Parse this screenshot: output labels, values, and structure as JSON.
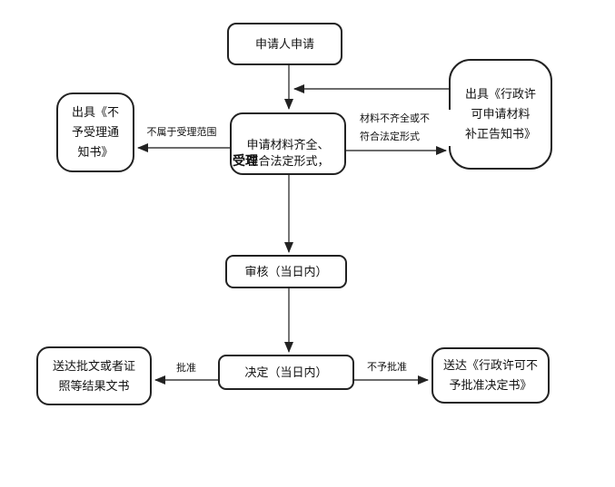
{
  "diagram": {
    "type": "flowchart",
    "background_color": "#ffffff",
    "line_color": "#3c3c3c",
    "box_border_color": "#222222",
    "nodes": [
      {
        "id": "applicant",
        "label": "申请人申请"
      },
      {
        "id": "acceptance",
        "label": "申请材料齐全、\n符合法定形式，",
        "label2": "受理"
      },
      {
        "id": "rejection-notice",
        "label": "出具《不\n予受理通\n知书》"
      },
      {
        "id": "correction-notice",
        "label": "出具《行政许\n可申请材料\n补正告知书》"
      },
      {
        "id": "review",
        "label": "审核（当日内）"
      },
      {
        "id": "decision",
        "label": "决定（当日内）"
      },
      {
        "id": "deliver-approval",
        "label": "送达批文或者证\n照等结果文书"
      },
      {
        "id": "deliver-denial",
        "label": "送达《行政许可不\n予批准决定书》"
      }
    ],
    "edges": [
      {
        "from": "applicant",
        "to": "acceptance",
        "label": ""
      },
      {
        "from": "acceptance",
        "to": "rejection-notice",
        "label": "不属于受理范围"
      },
      {
        "from": "acceptance",
        "to": "correction-notice",
        "label": "材料不齐全或不\n符合法定形式"
      },
      {
        "from": "correction-notice",
        "to": "applicant-acceptance-connector",
        "label": ""
      },
      {
        "from": "acceptance",
        "to": "review",
        "label": ""
      },
      {
        "from": "review",
        "to": "decision",
        "label": ""
      },
      {
        "from": "decision",
        "to": "deliver-approval",
        "label": "批准"
      },
      {
        "from": "decision",
        "to": "deliver-denial",
        "label": "不予批准"
      }
    ]
  }
}
